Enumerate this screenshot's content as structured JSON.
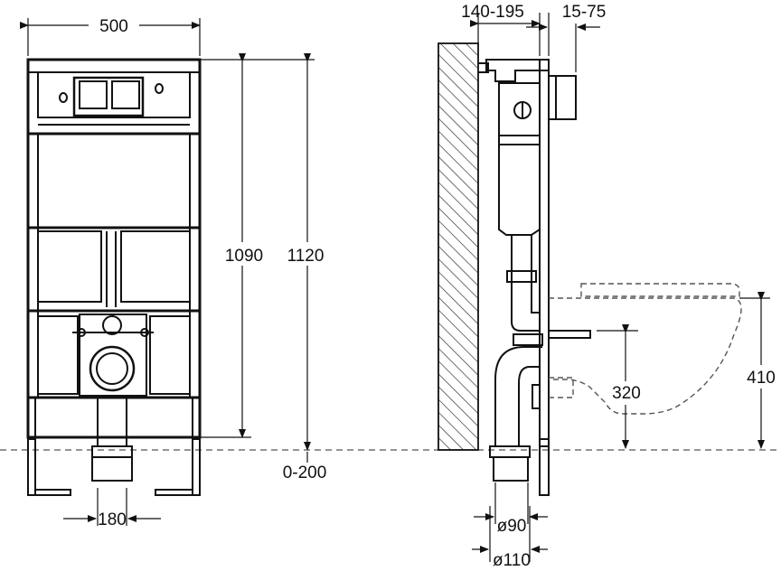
{
  "dimensions": {
    "frame_width": "500",
    "frame_height_1090": "1090",
    "frame_height_1120": "1120",
    "leg_adjust": "0-200",
    "outlet_spacing": "180",
    "wall_gap": "140-195",
    "panel_offset": "15-75",
    "bowl_height": "410",
    "outlet_height": "320",
    "pipe_90": "ø90",
    "pipe_110": "ø110"
  },
  "colors": {
    "line": "#111111",
    "hatch": "#333333",
    "dashed": "#555555"
  }
}
